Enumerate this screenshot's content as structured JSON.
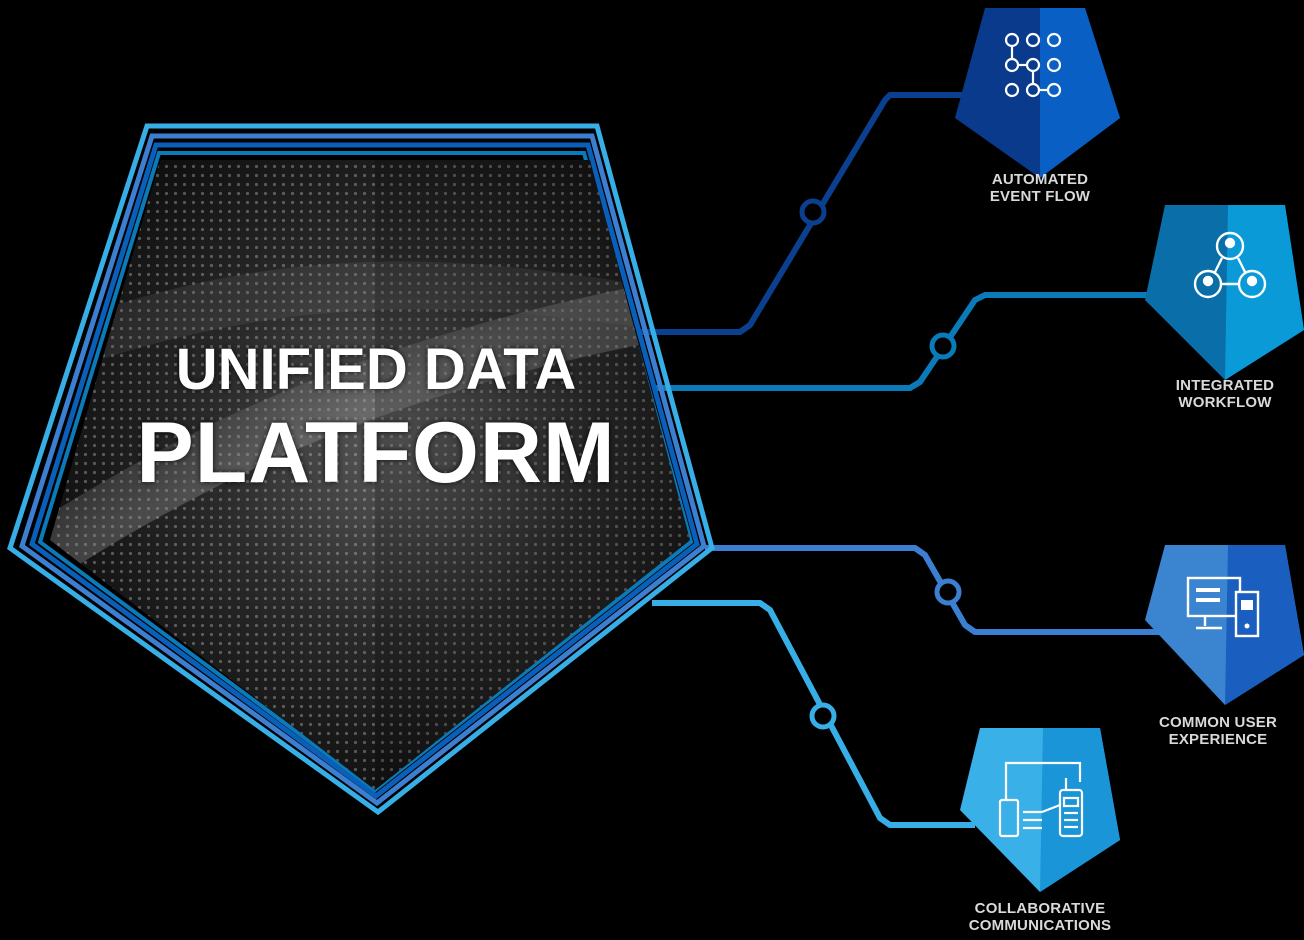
{
  "title": {
    "line1": "UNIFIED DATA",
    "line2": "PLATFORM"
  },
  "nodes": [
    {
      "id": "automated-event-flow",
      "label_line1": "AUTOMATED",
      "label_line2": "EVENT FLOW",
      "icon": "workflow-grid-icon",
      "color_left": "#0a3a8c",
      "color_right": "#0a5fc4"
    },
    {
      "id": "integrated-workflow",
      "label_line1": "INTEGRATED",
      "label_line2": "WORKFLOW",
      "icon": "people-network-icon",
      "color_left": "#0a6ea8",
      "color_right": "#0a9ad8"
    },
    {
      "id": "common-user-experience",
      "label_line1": "COMMON USER",
      "label_line2": "EXPERIENCE",
      "icon": "desktop-computer-icon",
      "color_left": "#3a84d0",
      "color_right": "#1a5fc0"
    },
    {
      "id": "collaborative-communications",
      "label_line1": "COLLABORATIVE",
      "label_line2": "COMMUNICATIONS",
      "icon": "device-radio-icon",
      "color_left": "#3ab0e8",
      "color_right": "#1a95d8"
    }
  ],
  "colors": {
    "background": "#000000",
    "line_dark_blue": "#0b3f8f",
    "line_mid_blue": "#0a7ab8",
    "line_royal_blue": "#3c7fd0",
    "line_light_blue": "#38aee6",
    "label_text": "#d9d9d9",
    "title_text": "#ffffff"
  }
}
